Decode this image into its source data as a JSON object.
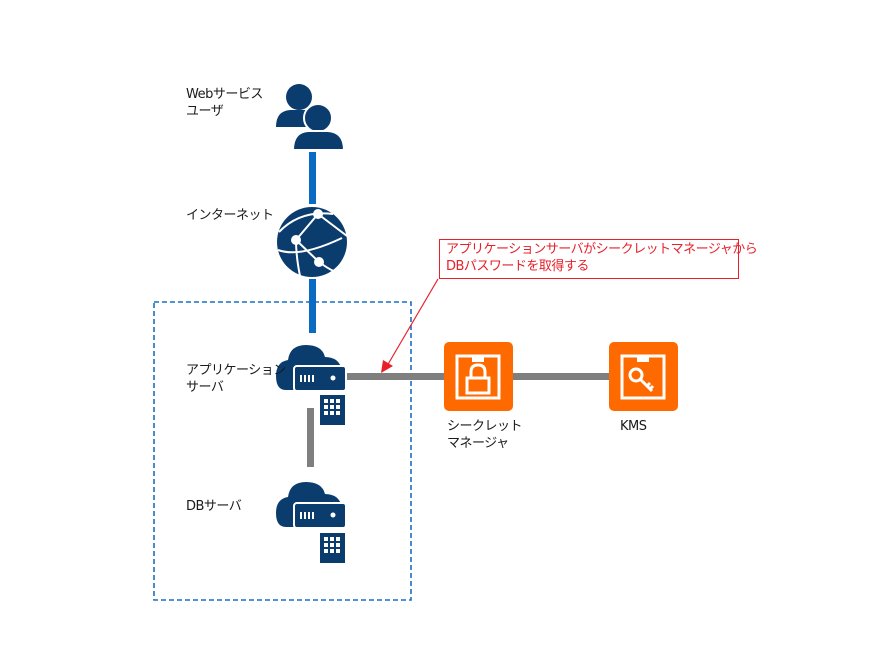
{
  "nodes": {
    "web_users": {
      "label_line1": "Webサービス",
      "label_line2": "ユーザ",
      "icon": "users-icon"
    },
    "internet": {
      "label": "インターネット",
      "icon": "globe-network-icon"
    },
    "app_server": {
      "label_line1": "アプリケーション",
      "label_line2": "サーバ",
      "icon": "cloud-server-icon"
    },
    "db_server": {
      "label": "DBサーバ",
      "icon": "cloud-server-icon"
    },
    "secrets_manager": {
      "label_line1": "シークレット",
      "label_line2": "マネージャ",
      "icon": "lock-box-icon"
    },
    "kms": {
      "label": "KMS",
      "icon": "key-box-icon"
    }
  },
  "callout": {
    "line1": "アプリケーションサーバがシークレットマネージャから",
    "line2": "DBパスワードを取得する"
  },
  "colors": {
    "icon_navy": "#0b3c6e",
    "internet_link": "#0a6bc2",
    "internal_link": "#7f7f7f",
    "service_orange": "#ff6a00",
    "boundary_dash": "#1b6fbf",
    "callout_red": "#e8202a"
  }
}
